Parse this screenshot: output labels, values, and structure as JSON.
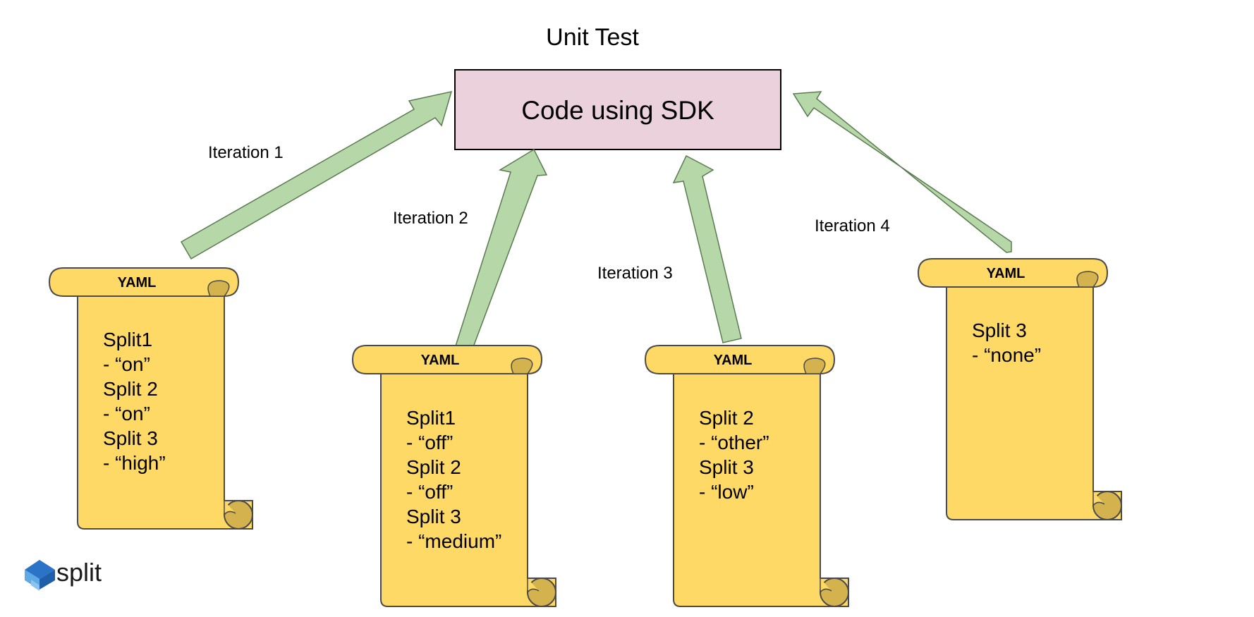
{
  "title": "Unit Test",
  "code_box": {
    "label": "Code using SDK",
    "fill": "#ead1dc"
  },
  "arrow_color": "#b6d7a8",
  "scroll_color": "#ffd966",
  "scroll_curl_color": "#d4b34f",
  "iterations": [
    {
      "label": "Iteration 1",
      "scroll_title": "YAML",
      "lines": [
        "Split1",
        " - “on”",
        "Split 2",
        "- “on”",
        "Split 3",
        "- “high”"
      ]
    },
    {
      "label": "Iteration 2",
      "scroll_title": "YAML",
      "lines": [
        "Split1",
        " - “off”",
        "Split 2",
        "- “off”",
        "Split 3",
        "- “medium”"
      ]
    },
    {
      "label": "Iteration 3",
      "scroll_title": "YAML",
      "lines": [
        "Split 2",
        "- “other”",
        "Split 3",
        "- “low”"
      ]
    },
    {
      "label": "Iteration 4",
      "scroll_title": "YAML",
      "lines": [
        "Split 3",
        "- “none”"
      ]
    }
  ],
  "logo": {
    "text": "split",
    "icon": "split-logo-icon"
  }
}
